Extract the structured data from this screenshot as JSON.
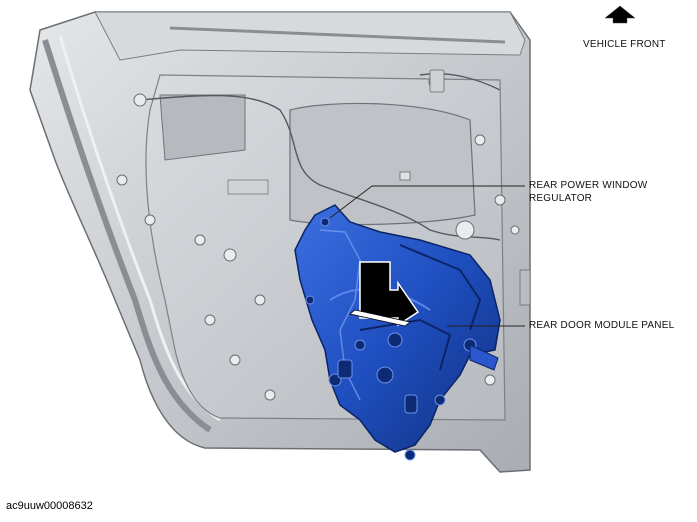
{
  "callouts": {
    "vehicle_front": "VEHICLE FRONT",
    "regulator_line1": "REAR POWER WINDOW",
    "regulator_line2": "REGULATOR",
    "module_panel": "REAR DOOR MODULE PANEL"
  },
  "figure_id": "ac9uuw00008632",
  "colors": {
    "door_body": "#c9cccf",
    "door_shadow": "#8f9399",
    "module_panel": "#1f4fc0",
    "module_panel_dark": "#0f2f86",
    "arrow": "#000000"
  },
  "icons": {
    "direction_arrow": "up-arrow-icon",
    "removal_arrow": "down-right-arrow-icon"
  }
}
